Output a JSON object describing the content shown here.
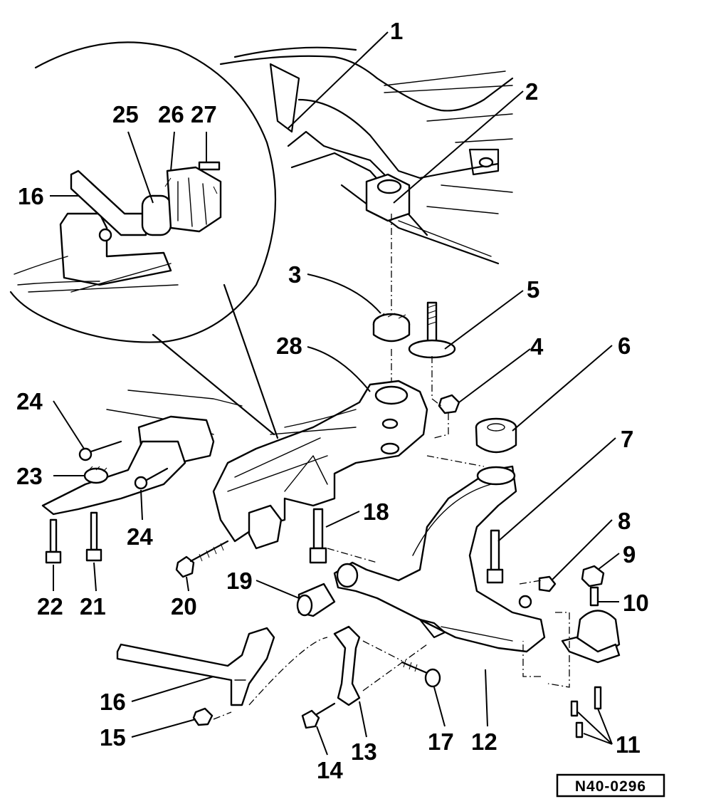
{
  "labels": {
    "l1": "1",
    "l2": "2",
    "l3": "3",
    "l4": "4",
    "l5": "5",
    "l6": "6",
    "l7": "7",
    "l8": "8",
    "l9": "9",
    "l10": "10",
    "l11": "11",
    "l12": "12",
    "l13": "13",
    "l14": "14",
    "l15": "15",
    "l16a": "16",
    "l16b": "16",
    "l17": "17",
    "l18": "18",
    "l19": "19",
    "l20": "20",
    "l21": "21",
    "l22": "22",
    "l23": "23",
    "l24a": "24",
    "l24b": "24",
    "l25": "25",
    "l26": "26",
    "l27": "27",
    "l28": "28"
  },
  "reference_code": "N40-0296"
}
